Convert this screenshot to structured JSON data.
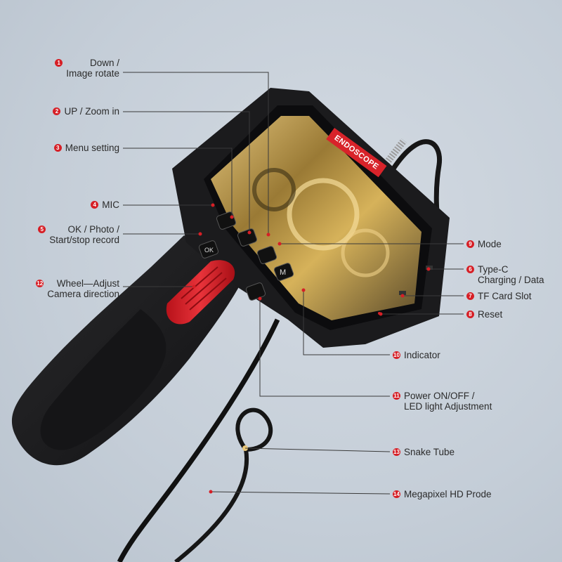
{
  "screen_tag": "ENDOSCOPE",
  "callouts": [
    {
      "num": "1",
      "line1": "Down /",
      "line2": "Image rotate"
    },
    {
      "num": "2",
      "line1": "UP / Zoom in",
      "line2": ""
    },
    {
      "num": "3",
      "line1": "Menu setting",
      "line2": ""
    },
    {
      "num": "4",
      "line1": "MIC",
      "line2": ""
    },
    {
      "num": "5",
      "line1": "OK / Photo /",
      "line2": "Start/stop record"
    },
    {
      "num": "12",
      "line1": "Wheel—Adjust",
      "line2": "Camera direction"
    },
    {
      "num": "9",
      "line1": "Mode",
      "line2": ""
    },
    {
      "num": "6",
      "line1": "Type-C",
      "line2": "Charging / Data"
    },
    {
      "num": "7",
      "line1": "TF Card Slot",
      "line2": ""
    },
    {
      "num": "8",
      "line1": "Reset",
      "line2": ""
    },
    {
      "num": "10",
      "line1": "Indicator",
      "line2": ""
    },
    {
      "num": "11",
      "line1": "Power ON/OFF  /",
      "line2": "LED light Adjustment"
    },
    {
      "num": "13",
      "line1": "Snake Tube",
      "line2": ""
    },
    {
      "num": "14",
      "line1": "Megapixel HD Prode",
      "line2": ""
    }
  ],
  "button_glyphs": {
    "ok": "OK",
    "mode": "M"
  },
  "colors": {
    "accent": "#d61f26",
    "body": "#1c1c1e",
    "leader": "#3a3a3a"
  }
}
